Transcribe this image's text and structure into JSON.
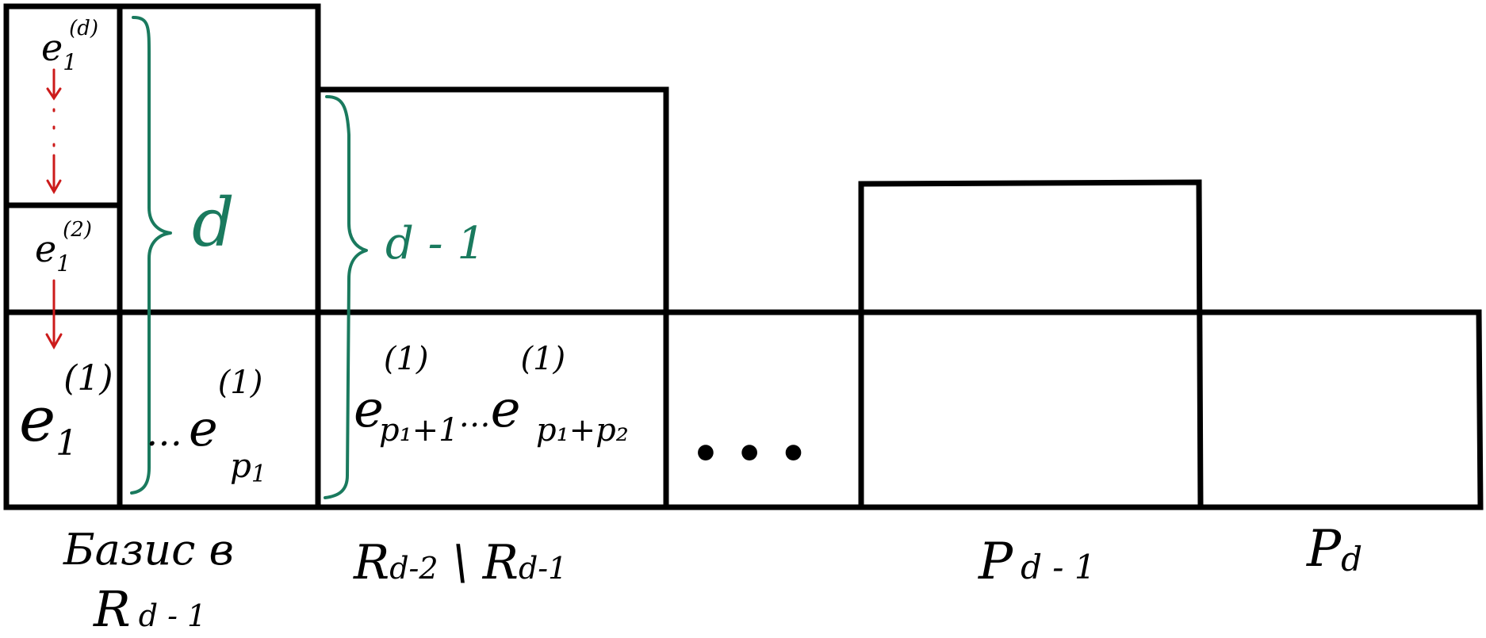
{
  "colors": {
    "ink": "#000000",
    "brace": "#1a7a5e",
    "arrow": "#cc1b1b"
  },
  "cells": {
    "top_vector": {
      "base": "e",
      "sub": "1",
      "sup": "(d)"
    },
    "mid_vector": {
      "base": "e",
      "sub": "1",
      "sup": "(2)"
    },
    "bottom_vector": {
      "base": "e",
      "sub": "1",
      "sup": "(1)"
    },
    "first_column_bottom": {
      "prefix": "…",
      "base": "e",
      "sub": "p",
      "sub_index": "1",
      "sup": "(1)"
    },
    "second_column_bottom": {
      "first": {
        "base": "e",
        "sub": "p₁+1",
        "sup": "(1)"
      },
      "separator": "…",
      "last": {
        "base": "e",
        "sub": "p₁+p₂",
        "sup": "(1)"
      }
    },
    "ellipsis_cell": "•   •   •"
  },
  "braces": {
    "first": {
      "label": "d"
    },
    "second": {
      "label": "d - 1"
    }
  },
  "labels": {
    "basis_line1": "Базис в",
    "basis_line2_main": "R",
    "basis_line2_sub": "d - 1",
    "second_main": "R",
    "second_sub": "d-2",
    "second_sep": "\\",
    "second_main2": "R",
    "second_sub2": "d-1",
    "pd1_main": "P",
    "pd1_sub": "d - 1",
    "pd_main": "P",
    "pd_sub": "d"
  }
}
